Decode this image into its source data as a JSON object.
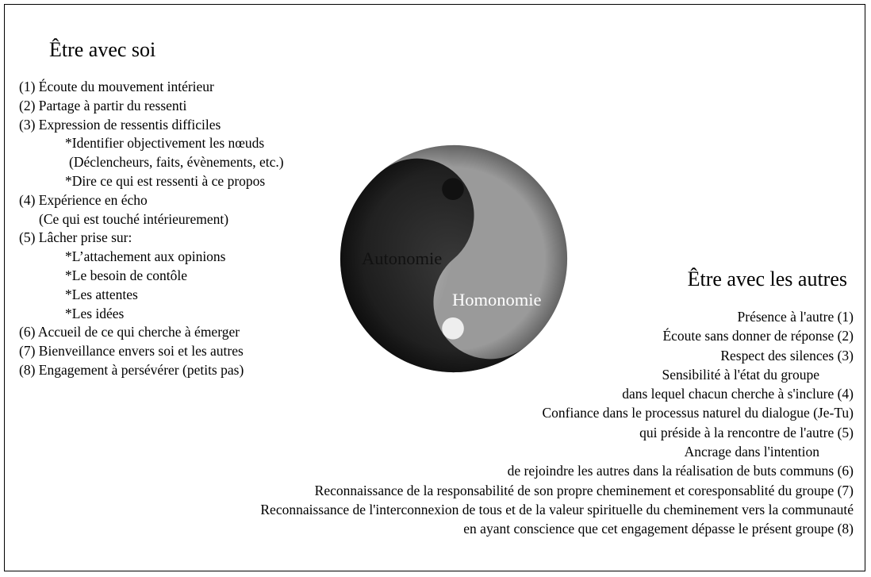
{
  "left": {
    "title": "Être avec soi",
    "items": [
      "(1) Écoute du mouvement intérieur",
      "(2) Partage à partir du ressenti",
      "(3) Expression de ressentis difficiles",
      "*Identifier objectivement les nœuds",
      "(Déclencheurs, faits, évènements, etc.)",
      "*Dire ce qui est ressenti à ce propos",
      "(4) Expérience en écho",
      "(Ce qui est touché intérieurement)",
      "(5) Lâcher prise sur:",
      "*L’attachement aux opinions",
      "*Le besoin de contôle",
      "*Les attentes",
      "*Les idées",
      "(6) Accueil de ce qui cherche à émerger",
      "(7) Bienveillance envers soi et les autres",
      "(8) Engagement à persévérer (petits pas)"
    ]
  },
  "yinyang": {
    "label_light": "Autonomie",
    "label_dark": "Homonomie"
  },
  "right": {
    "title": "Être avec les autres",
    "items": [
      "Présence à l'autre (1)",
      "Écoute sans donner de réponse (2)",
      "Respect des silences (3)",
      "Sensibilité à l'état du groupe",
      "dans lequel chacun cherche à s'inclure (4)",
      "Confiance dans le processus naturel du dialogue (Je-Tu)",
      "qui préside à la rencontre de l'autre (5)",
      "Ancrage dans l'intention",
      "de rejoindre les autres dans la réalisation de buts communs (6)",
      "Reconnaissance de la responsabilité de son propre cheminement et coresponsablité du groupe (7)",
      "Reconnaissance de l'interconnexion de tous et de la valeur spirituelle du cheminement vers la communauté",
      "en ayant conscience que cet engagement dépasse le présent groupe (8)"
    ]
  }
}
